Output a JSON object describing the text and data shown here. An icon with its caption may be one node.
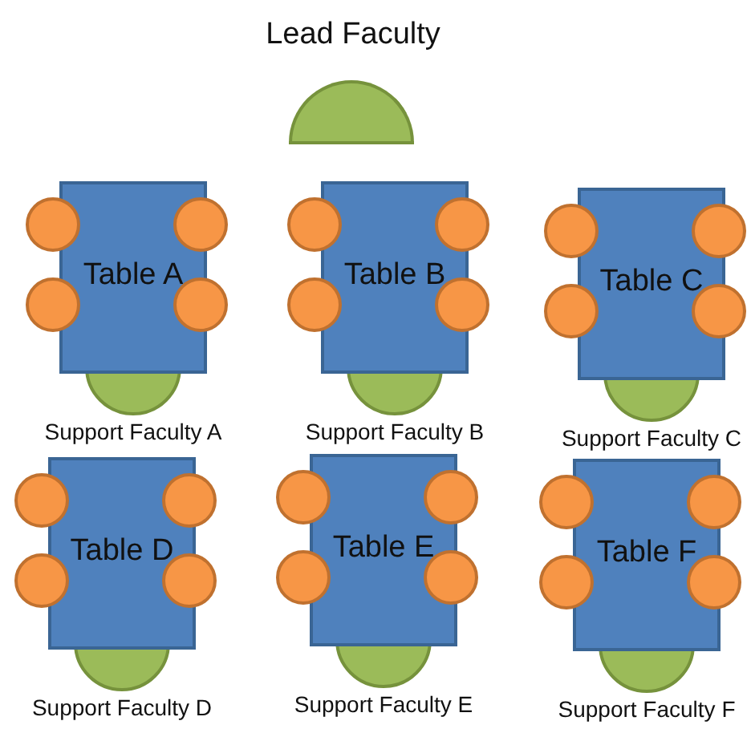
{
  "diagram": {
    "nodes": [
      {
        "text": [
          "Lead Faculty"
        ]
      },
      {
        "text": [
          "Table A"
        ]
      },
      {
        "text": [],
        "shape": "circle"
      },
      {
        "text": [],
        "shape": "circle"
      },
      {
        "text": [],
        "shape": "circle"
      },
      {
        "text": [],
        "shape": "circle"
      },
      {
        "text": [
          "Support Faculty A"
        ]
      },
      {
        "text": [
          "Table B"
        ]
      },
      {
        "text": [],
        "shape": "circle"
      },
      {
        "text": [],
        "shape": "circle"
      },
      {
        "text": [],
        "shape": "circle"
      },
      {
        "text": [],
        "shape": "circle"
      },
      {
        "text": [
          "Support Faculty B"
        ]
      },
      {
        "text": [
          "Table C"
        ]
      },
      {
        "text": [],
        "shape": "circle"
      },
      {
        "text": [],
        "shape": "circle"
      },
      {
        "text": [],
        "shape": "circle"
      },
      {
        "text": [],
        "shape": "circle"
      },
      {
        "text": [
          "Support Faculty C"
        ]
      },
      {
        "text": [
          "Table D"
        ]
      },
      {
        "text": [],
        "shape": "circle"
      },
      {
        "text": [],
        "shape": "circle"
      },
      {
        "text": [],
        "shape": "circle"
      },
      {
        "text": [],
        "shape": "circle"
      },
      {
        "text": [
          "Support Faculty D"
        ]
      },
      {
        "text": [
          "Table E"
        ]
      },
      {
        "text": [],
        "shape": "circle"
      },
      {
        "text": [],
        "shape": "circle"
      },
      {
        "text": [],
        "shape": "circle"
      },
      {
        "text": [],
        "shape": "circle"
      },
      {
        "text": [
          "Support Faculty E"
        ]
      },
      {
        "text": [
          "Table F"
        ]
      },
      {
        "text": [],
        "shape": "circle"
      },
      {
        "text": [],
        "shape": "circle"
      },
      {
        "text": [],
        "shape": "circle"
      },
      {
        "text": [],
        "shape": "circle"
      },
      {
        "text": [
          "Support Faculty F"
        ]
      }
    ]
  }
}
